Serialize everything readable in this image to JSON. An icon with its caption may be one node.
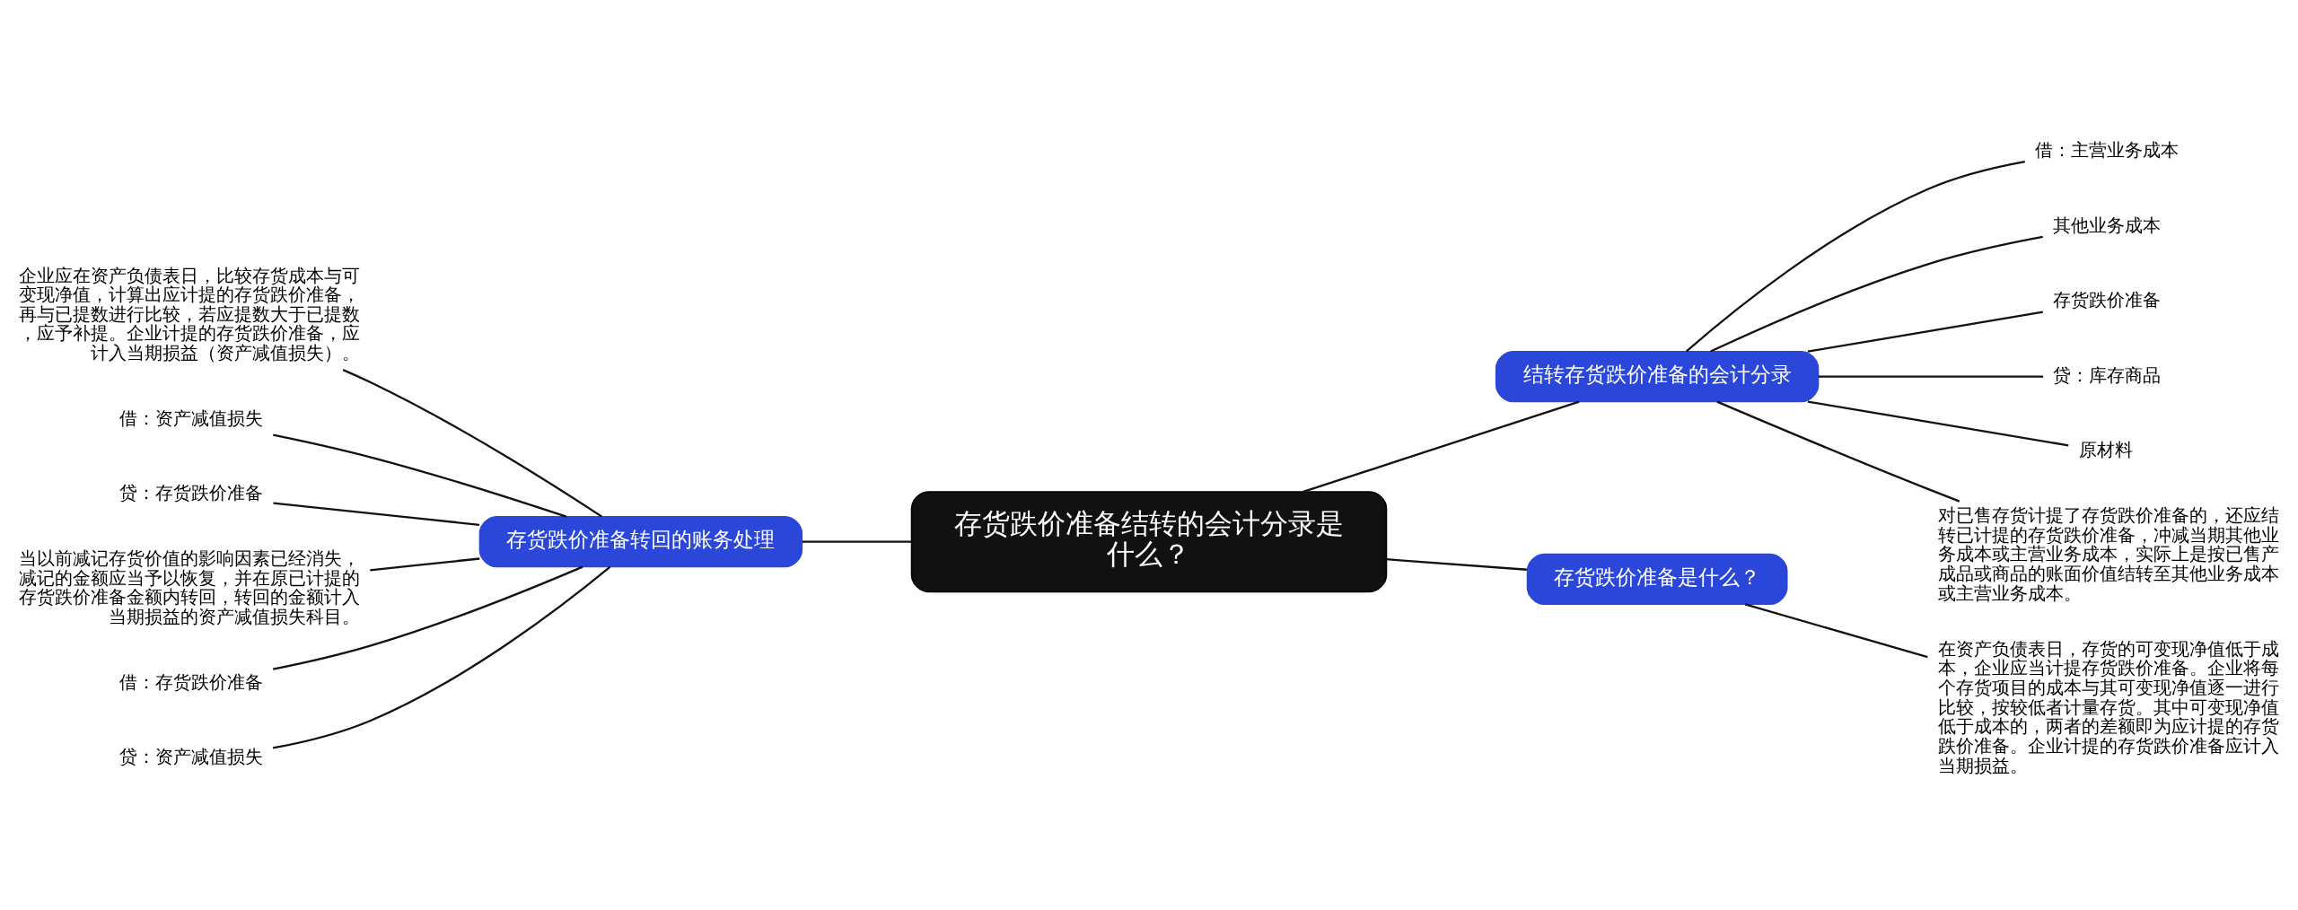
{
  "diagram": {
    "nodes": [
      {
        "text": [
          "存货跌价准备结转的会计分录是什么？"
        ]
      },
      {
        "text": [
          "结转存货跌价准备的会计分录"
        ]
      },
      {
        "text": [
          "借：主营业务成本"
        ]
      },
      {
        "text": [
          "其他业务成本"
        ]
      },
      {
        "text": [
          "存货跌价准备"
        ]
      },
      {
        "text": [
          "贷：库存商品"
        ]
      },
      {
        "text": [
          "原材料"
        ]
      },
      {
        "text": [
          "对已售存货计提了存货跌价准备的，还应结转已计提的存货跌价准备，冲减当期其他业务成本或主营业务成本，实际上是按已售产成品或商品的账面价值结转至其他业务成本或主营业务成本。"
        ]
      },
      {
        "text": [
          "存货跌价准备是什么？"
        ]
      },
      {
        "text": [
          "在资产负债表日，存货的可变现净值低于成本，企业应当计提存货跌价准备。企业将每个存货项目的成本与其可变现净值逐一进行比较，按较低者计量存货。其中可变现净值低于成本的，两者的差额即为应计提的存货跌价准备。企业计提的存货跌价准备应计入当期损益。"
        ]
      },
      {
        "text": [
          "存货跌价准备转回的账务处理"
        ]
      },
      {
        "text": [
          "企业应在资产负债表日，比较存货成本与可变现净值，计算出应计提的存货跌价准备，再与已提数进行比较，若应提数大于已提数，应予补提。企业计提的存货跌价准备，应计入当期损益（资产减值损失）。"
        ]
      },
      {
        "text": [
          "借：资产减值损失"
        ]
      },
      {
        "text": [
          "贷：存货跌价准备"
        ]
      },
      {
        "text": [
          "当以前减记存货价值的影响因素已经消失，减记的金额应当予以恢复，并在原已计提的存货跌价准备金额内转回，转回的金额计入当期损益的资产减值损失科目。"
        ]
      },
      {
        "text": [
          "借：存货跌价准备"
        ]
      },
      {
        "text": [
          "贷：资产减值损失"
        ]
      }
    ],
    "edges": [
      {
        "from": 0,
        "to": 1,
        "arrow": "none"
      },
      {
        "from": 1,
        "to": 2,
        "arrow": "none"
      },
      {
        "from": 1,
        "to": 3,
        "arrow": "none"
      },
      {
        "from": 1,
        "to": 4,
        "arrow": "none"
      },
      {
        "from": 1,
        "to": 5,
        "arrow": "none"
      },
      {
        "from": 1,
        "to": 6,
        "arrow": "none"
      },
      {
        "from": 1,
        "to": 7,
        "arrow": "none"
      },
      {
        "from": 0,
        "to": 8,
        "arrow": "none"
      },
      {
        "from": 8,
        "to": 9,
        "arrow": "none"
      },
      {
        "from": 0,
        "to": 10,
        "arrow": "none"
      },
      {
        "from": 10,
        "to": 11,
        "arrow": "none"
      },
      {
        "from": 10,
        "to": 12,
        "arrow": "none"
      },
      {
        "from": 10,
        "to": 13,
        "arrow": "none"
      },
      {
        "from": 10,
        "to": 14,
        "arrow": "none"
      },
      {
        "from": 10,
        "to": 15,
        "arrow": "none"
      },
      {
        "from": 10,
        "to": 16,
        "arrow": "none"
      }
    ]
  }
}
